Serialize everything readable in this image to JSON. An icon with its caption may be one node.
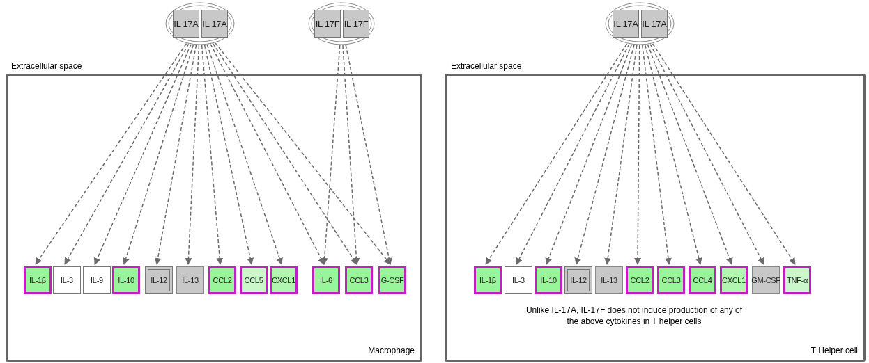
{
  "diagram": {
    "nodes": [
      {
        "text": [],
        "shape": "circle"
      },
      {
        "text": [
          "IL 17A"
        ],
        "in": 0
      },
      {
        "text": [
          "IL 17A"
        ],
        "in": 0
      },
      {
        "text": [],
        "shape": "circle"
      },
      {
        "text": [
          "IL 17F"
        ],
        "in": 3
      },
      {
        "text": [
          "IL 17F"
        ],
        "in": 3
      },
      {
        "text": [
          "Macrophage"
        ]
      },
      {
        "text": [
          "IL-1β"
        ],
        "in": 6
      },
      {
        "text": [
          "IL-3"
        ],
        "in": 6
      },
      {
        "text": [
          "IL-9"
        ],
        "in": 6
      },
      {
        "text": [
          "IL-10"
        ],
        "in": 6
      },
      {
        "text": [
          "IL-12"
        ],
        "in": 6
      },
      {
        "text": [
          "IL-13"
        ],
        "in": 6
      },
      {
        "text": [
          "CCL2"
        ],
        "in": 6
      },
      {
        "text": [
          "CCL5"
        ],
        "in": 6
      },
      {
        "text": [
          "CXCL1"
        ],
        "in": 6
      },
      {
        "text": [
          "IL-6"
        ],
        "in": 6
      },
      {
        "text": [
          "CCL3"
        ],
        "in": 6
      },
      {
        "text": [
          "G-CSF"
        ],
        "in": 6
      },
      {
        "text": [],
        "shape": "circle"
      },
      {
        "text": [
          "IL 17A"
        ],
        "in": 19
      },
      {
        "text": [
          "IL 17A"
        ],
        "in": 19
      },
      {
        "text": [
          "T Helper cell"
        ]
      },
      {
        "text": [
          "IL-1β"
        ],
        "in": 22
      },
      {
        "text": [
          "IL-3"
        ],
        "in": 22
      },
      {
        "text": [
          "IL-10"
        ],
        "in": 22
      },
      {
        "text": [
          "IL-12"
        ],
        "in": 22
      },
      {
        "text": [
          "IL-13"
        ],
        "in": 22
      },
      {
        "text": [
          "CCL2"
        ],
        "in": 22
      },
      {
        "text": [
          "CCL3"
        ],
        "in": 22
      },
      {
        "text": [
          "CCL4"
        ],
        "in": 22
      },
      {
        "text": [
          "CXCL1"
        ],
        "in": 22
      },
      {
        "text": [
          "GM-CSF"
        ],
        "in": 22
      },
      {
        "text": [
          "TNF-α"
        ],
        "in": 22
      }
    ],
    "edges": [
      {
        "from": 0,
        "to": 7,
        "arrow": "to",
        "style": "dashed"
      },
      {
        "from": 0,
        "to": 8,
        "arrow": "to",
        "style": "dashed"
      },
      {
        "from": 0,
        "to": 9,
        "arrow": "to",
        "style": "dashed"
      },
      {
        "from": 0,
        "to": 10,
        "arrow": "to",
        "style": "dashed"
      },
      {
        "from": 0,
        "to": 11,
        "arrow": "to",
        "style": "dashed"
      },
      {
        "from": 0,
        "to": 12,
        "arrow": "to",
        "style": "dashed"
      },
      {
        "from": 0,
        "to": 13,
        "arrow": "to",
        "style": "dashed"
      },
      {
        "from": 0,
        "to": 14,
        "arrow": "to",
        "style": "dashed"
      },
      {
        "from": 0,
        "to": 15,
        "arrow": "to",
        "style": "dashed"
      },
      {
        "from": 0,
        "to": 16,
        "arrow": "to",
        "style": "dashed"
      },
      {
        "from": 0,
        "to": 17,
        "arrow": "to",
        "style": "dashed"
      },
      {
        "from": 0,
        "to": 18,
        "arrow": "to",
        "style": "dashed"
      },
      {
        "from": 3,
        "to": 16,
        "arrow": "to",
        "style": "dashed"
      },
      {
        "from": 3,
        "to": 17,
        "arrow": "to",
        "style": "dashed"
      },
      {
        "from": 3,
        "to": 18,
        "arrow": "to",
        "style": "dashed"
      },
      {
        "from": 19,
        "to": 23,
        "arrow": "to",
        "style": "dashed"
      },
      {
        "from": 19,
        "to": 24,
        "arrow": "to",
        "style": "dashed"
      },
      {
        "from": 19,
        "to": 25,
        "arrow": "to",
        "style": "dashed"
      },
      {
        "from": 19,
        "to": 26,
        "arrow": "to",
        "style": "dashed"
      },
      {
        "from": 19,
        "to": 27,
        "arrow": "to",
        "style": "dashed"
      },
      {
        "from": 19,
        "to": 28,
        "arrow": "to",
        "style": "dashed"
      },
      {
        "from": 19,
        "to": 29,
        "arrow": "to",
        "style": "dashed"
      },
      {
        "from": 19,
        "to": 30,
        "arrow": "to",
        "style": "dashed"
      },
      {
        "from": 19,
        "to": 31,
        "arrow": "to",
        "style": "dashed"
      },
      {
        "from": 19,
        "to": 32,
        "arrow": "to",
        "style": "dashed"
      },
      {
        "from": 19,
        "to": 33,
        "arrow": "to",
        "style": "dashed"
      }
    ],
    "labels": [
      "Extracellular space",
      "Extracellular space",
      "Unlike IL-17A, IL-17F does not induce production of any of the above cytokines in T helper cells"
    ]
  }
}
